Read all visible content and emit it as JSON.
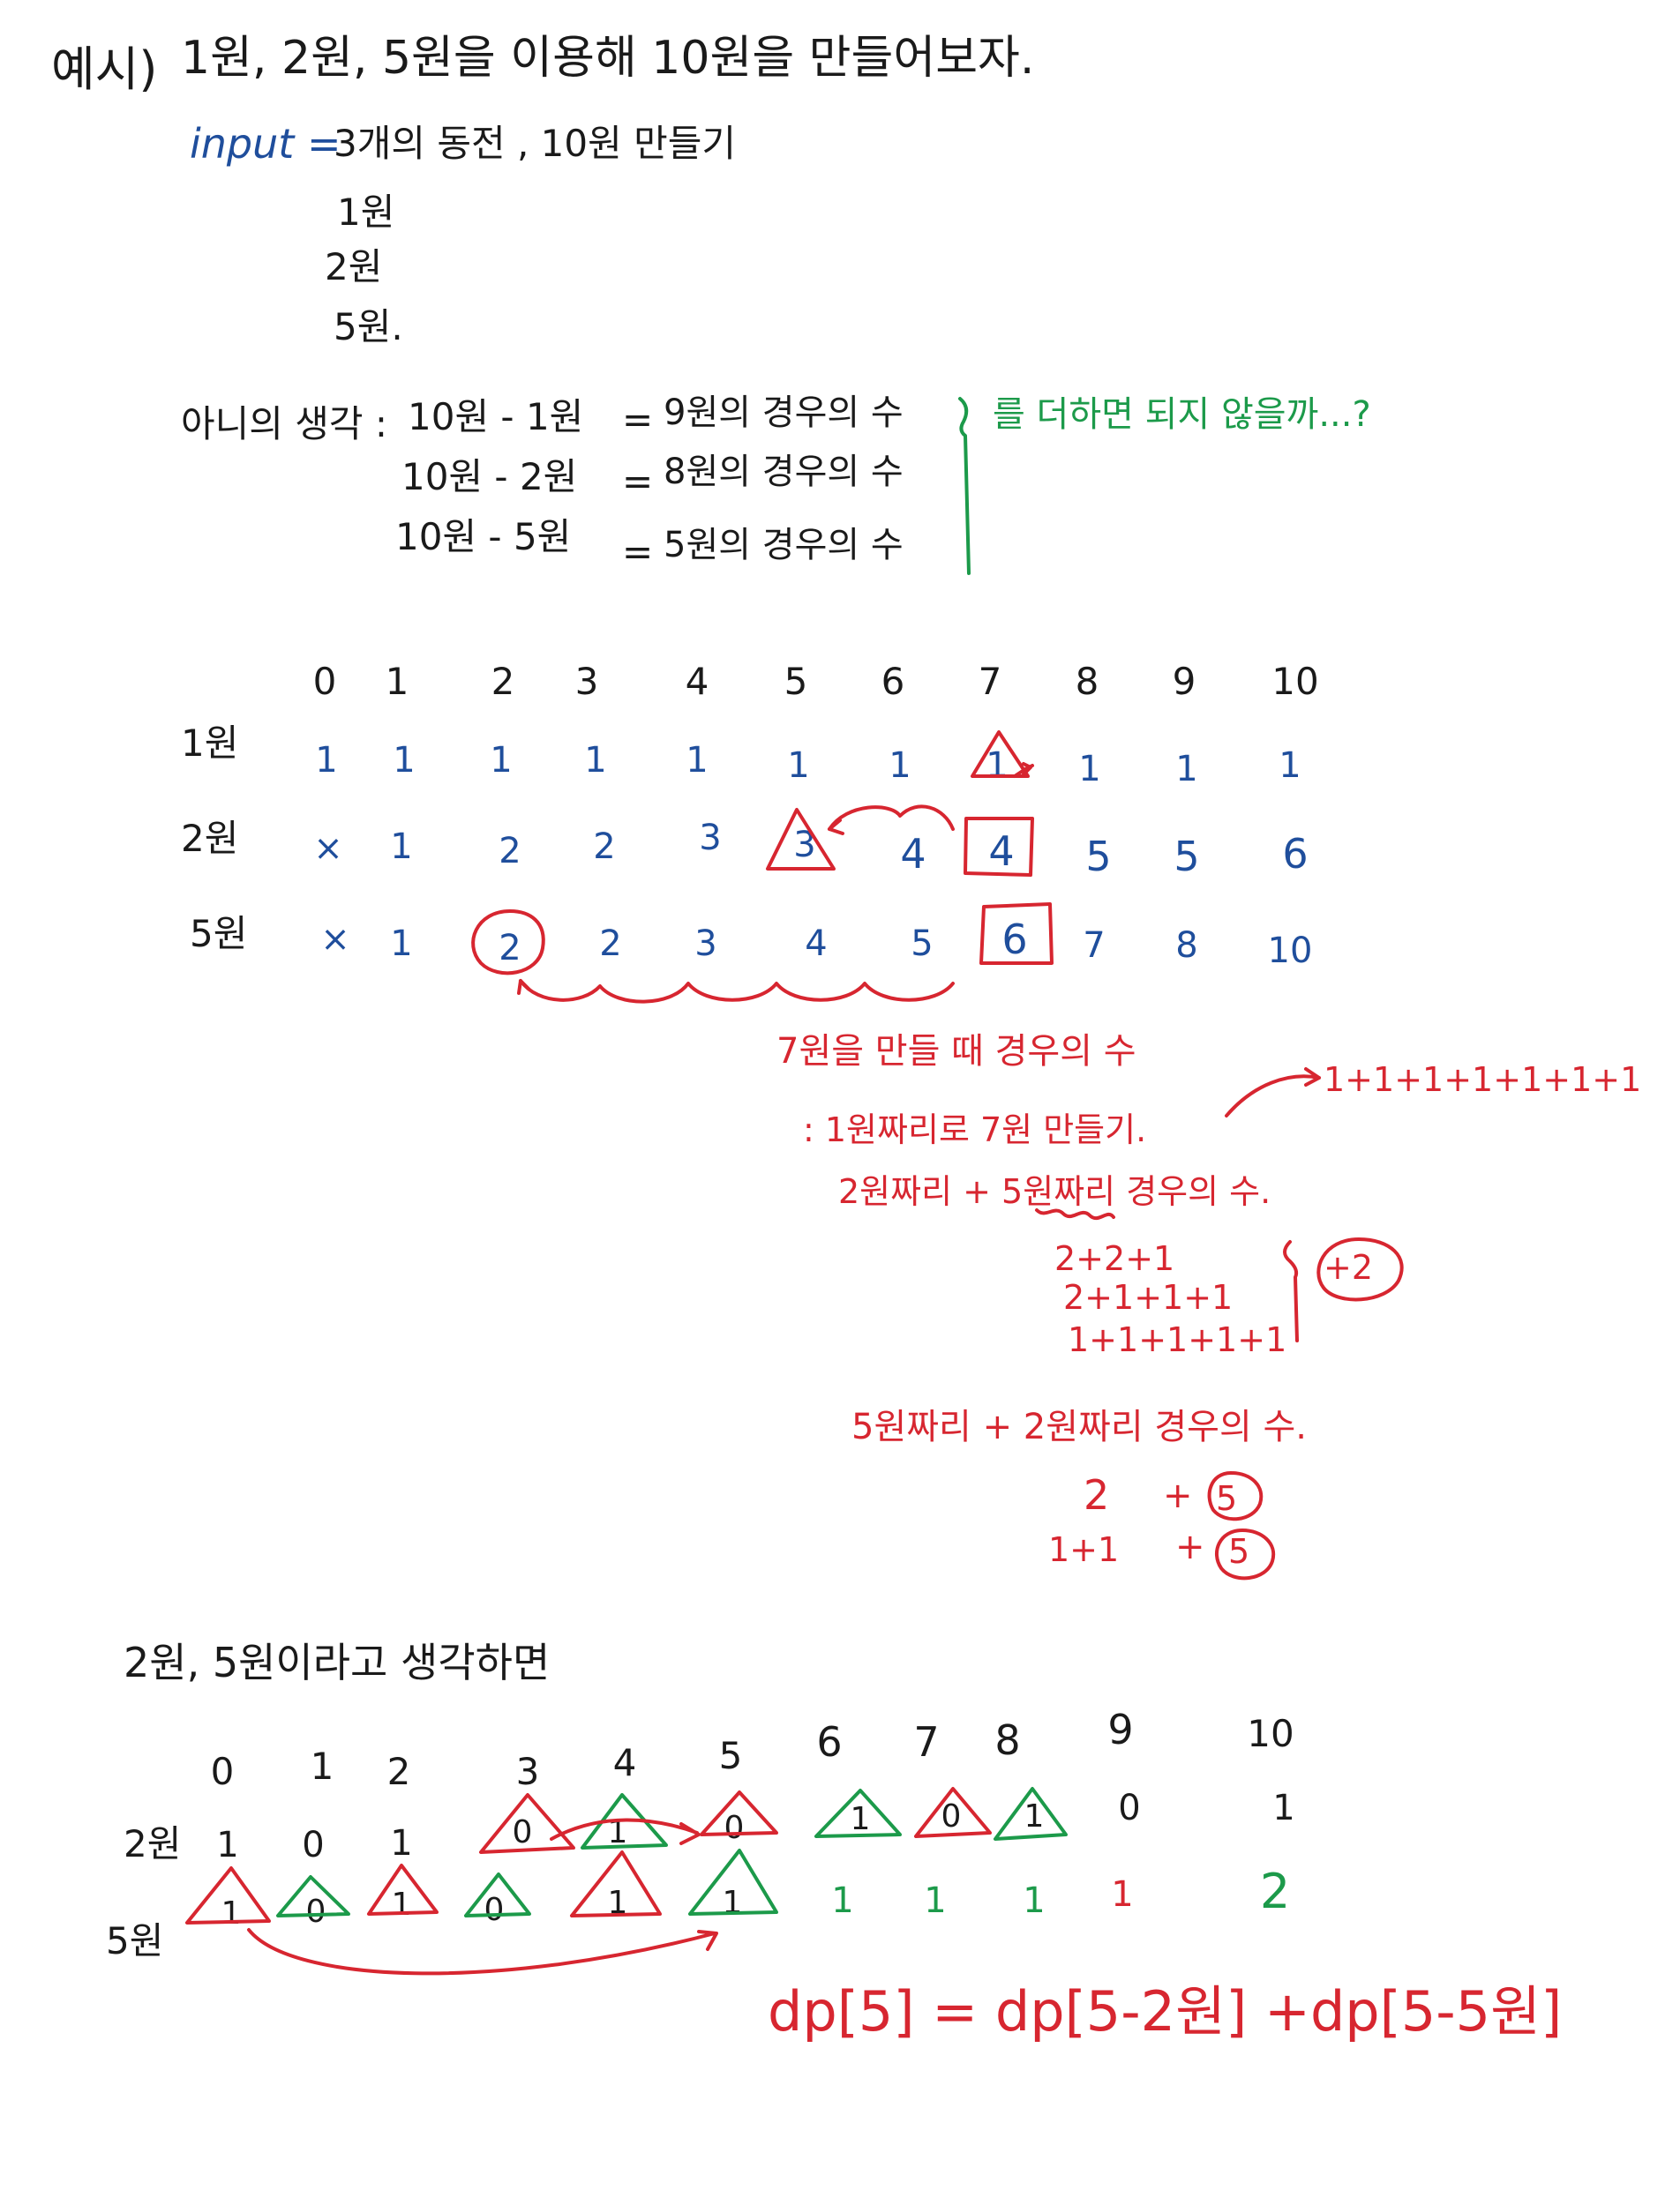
{
  "colors": {
    "ink": "#1a1a1a",
    "blue": "#1f4e9c",
    "red": "#d72630",
    "green": "#1c9a4a"
  },
  "header": {
    "example_label": "예시)",
    "example_text": "1원, 2원, 5원을 이용해 10원을 만들어보자.",
    "input_label": "input =",
    "input_text": "3개의 동전 , 10원 만들기",
    "coins": [
      "1원",
      "2원",
      "5원."
    ]
  },
  "thinking": {
    "label": "아니의 생각 :",
    "lines": [
      {
        "expr": "10원 - 1원",
        "eq": "=",
        "result": "9원의 경우의 수"
      },
      {
        "expr": "10원 - 2원",
        "eq": "=",
        "result": "8원의 경우의 수"
      },
      {
        "expr": "10원 - 5원",
        "eq": "=",
        "result": "5원의 경우의 수"
      }
    ],
    "question": "를 더하면 되지 않을까...?"
  },
  "table1": {
    "columns": [
      "0",
      "1",
      "2",
      "3",
      "4",
      "5",
      "6",
      "7",
      "8",
      "9",
      "10"
    ],
    "rows": [
      {
        "label": "1원",
        "values": [
          "1",
          "1",
          "1",
          "1",
          "1",
          "1",
          "1",
          "1",
          "1",
          "1",
          "1"
        ]
      },
      {
        "label": "2원",
        "values": [
          "×",
          "1",
          "2",
          "2",
          "3",
          "3",
          "4",
          "4",
          "5",
          "5",
          "6"
        ]
      },
      {
        "label": "5원",
        "values": [
          "×",
          "1",
          "2",
          "2",
          "3",
          "4",
          "5",
          "6",
          "7",
          "8",
          "10"
        ]
      }
    ]
  },
  "notes": {
    "title": "7원을 만들 때 경우의 수",
    "line1": ": 1원짜리로 7원 만들기.",
    "line1_result": "1+1+1+1+1+1+1",
    "line2": "2원짜리 + 5원짜리 경우의 수.",
    "sums_a": [
      "2+2+1",
      "2+1+1+1",
      "1+1+1+1+1"
    ],
    "badge_a": "+2",
    "line3": "5원짜리 + 2원짜리 경우의 수.",
    "sums_b": [
      {
        "left": "2",
        "plus": "+",
        "circled": "5"
      },
      {
        "left": "1+1",
        "plus": "+",
        "circled": "5"
      }
    ]
  },
  "section2": {
    "title": "2원, 5원이라고 생각하면",
    "columns": [
      "0",
      "1",
      "2",
      "3",
      "4",
      "5",
      "6",
      "7",
      "8",
      "9",
      "10"
    ],
    "rows": [
      {
        "label": "2원",
        "values": [
          "1",
          "0",
          "1",
          "0",
          "1",
          "0",
          "1",
          "0",
          "1",
          "0",
          "1"
        ]
      },
      {
        "label": "5원",
        "values": [
          "1",
          "0",
          "1",
          "0",
          "1",
          "1",
          "1",
          "1",
          "1",
          "1",
          "2"
        ]
      }
    ],
    "formula": "dp[5] = dp[5-2원] +dp[5-5원]"
  }
}
